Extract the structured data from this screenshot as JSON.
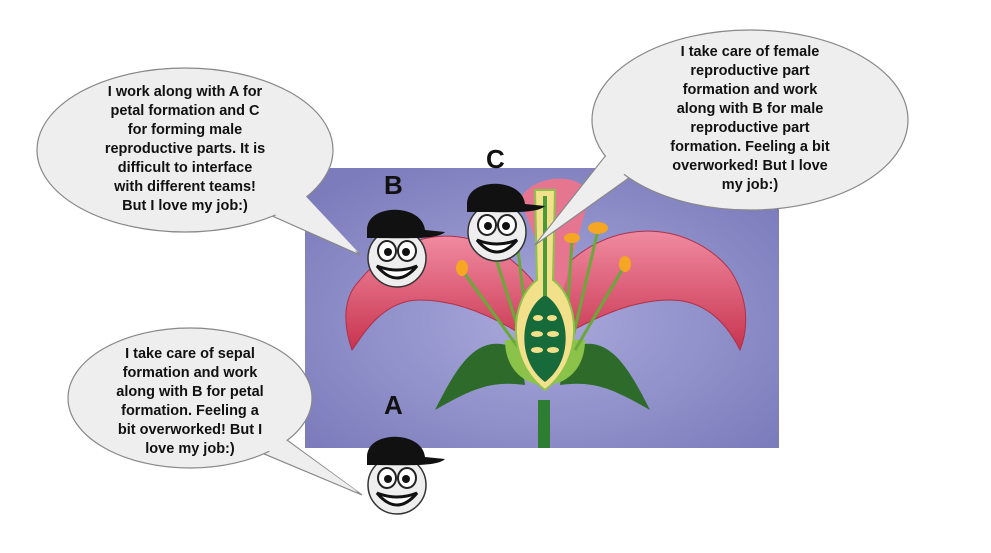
{
  "characters": {
    "A": {
      "label": "A",
      "lines": [
        "I take care of sepal",
        "formation and work",
        "along with B for petal",
        "formation. Feeling a",
        "bit overworked! But I",
        "love my job:)"
      ]
    },
    "B": {
      "label": "B",
      "lines": [
        "I work along with A for",
        "petal formation and C",
        "for forming male",
        "reproductive parts. It is",
        "difficult to interface",
        "with different teams!",
        "But I love my job:)"
      ]
    },
    "C": {
      "label": "C",
      "lines": [
        "I take care of female",
        "reproductive part",
        "formation and work",
        "along with B for male",
        "reproductive part",
        "formation. Feeling a bit",
        "overworked! But I love",
        "my job:)"
      ]
    }
  },
  "colors": {
    "background": "#8f8fc8",
    "petal": "#e0607a",
    "bubble": "#eeeeee",
    "stem": "#2f7d32"
  }
}
